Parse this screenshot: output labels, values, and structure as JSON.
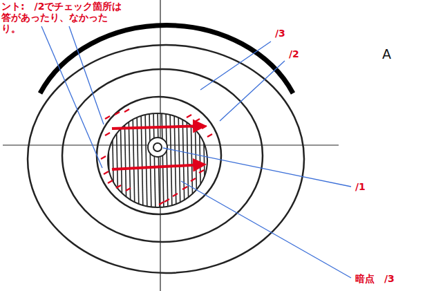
{
  "diagram": {
    "labels": [
      "ント:　/2でチェック箇所は 答があったり、なかったり。",
      "/3",
      "/2",
      "A",
      "/1",
      "暗点　/3"
    ]
  }
}
